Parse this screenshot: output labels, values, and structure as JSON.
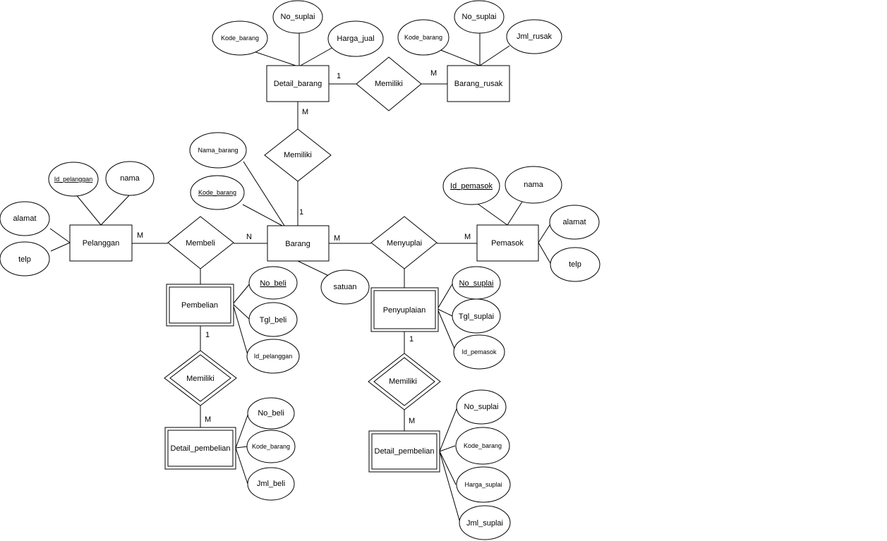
{
  "entities": {
    "detail_barang": "Detail_barang",
    "barang_rusak": "Barang_rusak",
    "barang": "Barang",
    "pelanggan": "Pelanggan",
    "pemasok": "Pemasok",
    "pembelian": "Pembelian",
    "penyuplaian": "Penyuplaian",
    "detail_pembelian_left": "Detail_pembelian",
    "detail_pembelian_right": "Detail_pembelian"
  },
  "relationships": {
    "memiliki_top": "Memiliki",
    "memiliki_center": "Memiliki",
    "membeli": "Membeli",
    "menyuplai": "Menyuplai",
    "memiliki_left": "Memiliki",
    "memiliki_right": "Memiliki"
  },
  "attributes": {
    "db_kode_barang": "Kode_barang",
    "db_no_suplai": "No_suplai",
    "db_harga_jual": "Harga_jual",
    "br_kode_barang": "Kode_barang",
    "br_no_suplai": "No_suplai",
    "br_jml_rusak": "Jml_rusak",
    "b_nama_barang": "Nama_barang",
    "b_kode_barang": "Kode_barang",
    "b_satuan": "satuan",
    "pl_id_pelanggan": "Id_pelanggan",
    "pl_nama": "nama",
    "pl_alamat": "alamat",
    "pl_telp": "telp",
    "pm_id_pemasok": "Id_pemasok",
    "pm_nama": "nama",
    "pm_alamat": "alamat",
    "pm_telp": "telp",
    "pb_no_beli": "No_beli",
    "pb_tgl_beli": "Tgl_beli",
    "pb_id_pelanggan": "Id_pelanggan",
    "py_no_suplai": "No_suplai",
    "py_tgl_suplai": "Tgl_suplai",
    "py_id_pemasok": "Id_pemasok",
    "dpl_no_beli": "No_beli",
    "dpl_kode_barang": "Kode_barang",
    "dpl_jml_beli": "Jml_beli",
    "dpr_no_suplai": "No_suplai",
    "dpr_kode_barang": "Kode_barang",
    "dpr_harga_suplai": "Harga_suplai",
    "dpr_jml_suplai": "Jml_suplai"
  },
  "cardinalities": {
    "db_memiliki_top": "1",
    "br_memiliki_top": "M",
    "db_memiliki_center": "M",
    "barang_memiliki_center": "1",
    "pelanggan_membeli": "M",
    "barang_membeli": "N",
    "barang_menyuplai": "M",
    "pemasok_menyuplai": "M",
    "pembelian_memiliki": "1",
    "dpl_memiliki": "M",
    "penyuplaian_memiliki": "1",
    "dpr_memiliki": "M"
  }
}
